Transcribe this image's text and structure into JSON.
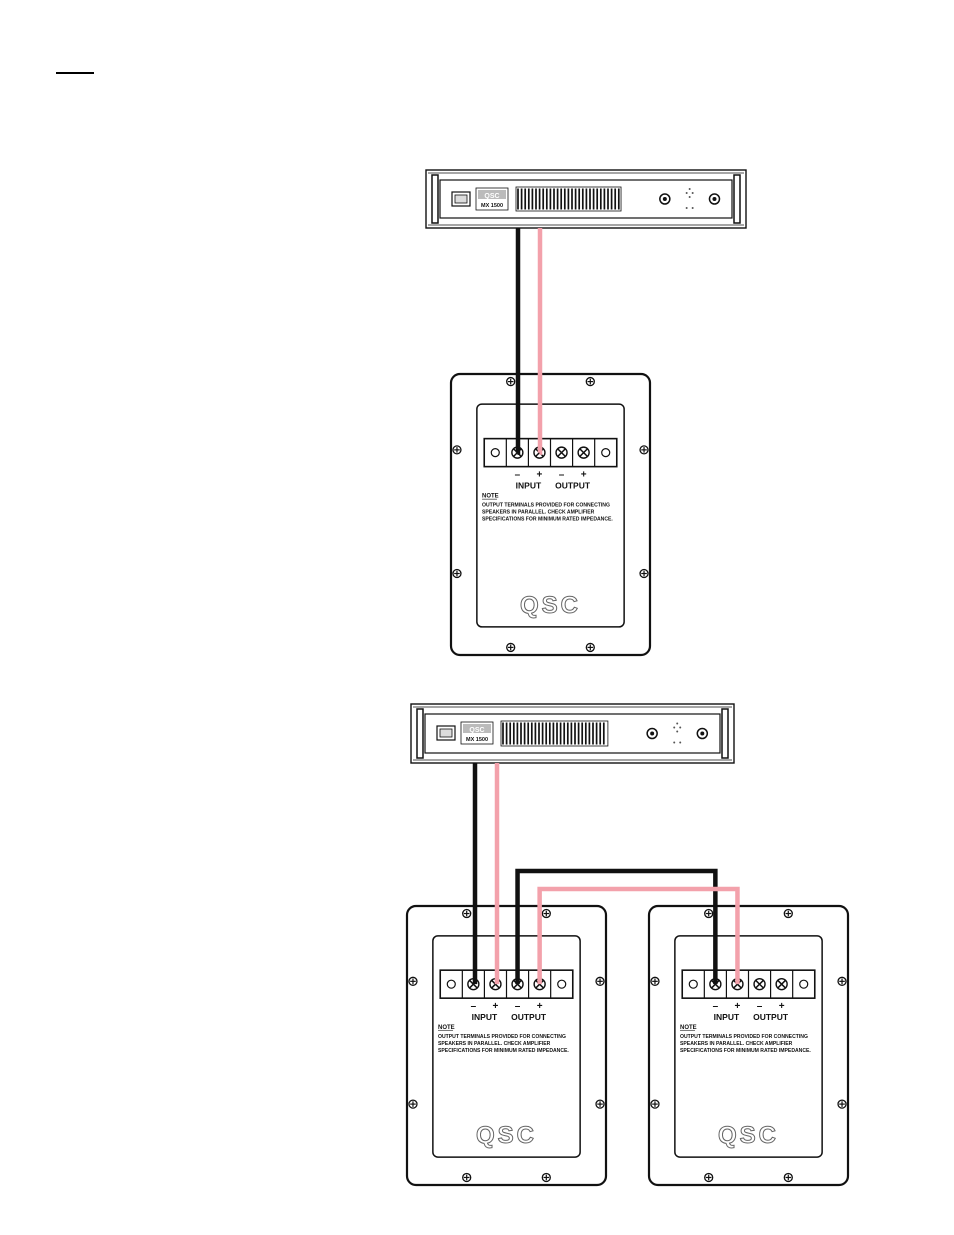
{
  "colors": {
    "wire_negative": "#111111",
    "wire_positive": "#f3a1ab",
    "outline": "#111111",
    "panel_fill": "#ffffff"
  },
  "amplifier": {
    "brand_badge": "QSC",
    "model": "MX 1500"
  },
  "terminal_labels": {
    "minus": "–",
    "plus": "+",
    "input": "INPUT",
    "output": "OUTPUT"
  },
  "note": {
    "title": "NOTE",
    "lines": [
      "OUTPUT TERMINALS PROVIDED FOR CONNECTING",
      "SPEAKERS IN PARALLEL.  CHECK AMPLIFIER",
      "SPECIFICATIONS FOR MINIMUM RATED IMPEDANCE."
    ]
  },
  "speaker_logo": "QSC",
  "icons": {
    "screw": "screw-icon",
    "terminal_screw": "terminal-screw-icon",
    "power_switch": "power-switch-icon",
    "knob": "gain-knob-icon",
    "vent": "vent-grille-icon"
  }
}
